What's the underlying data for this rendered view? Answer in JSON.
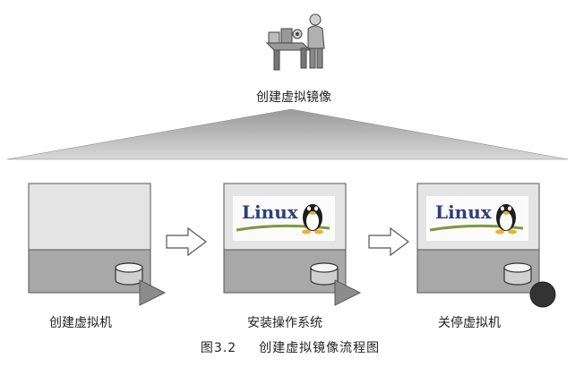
{
  "diagram": {
    "top_label": "创建虚拟镜像",
    "stages": [
      {
        "label": "创建虚拟机",
        "has_os": false,
        "end_marker": "play"
      },
      {
        "label": "安装操作系统",
        "has_os": true,
        "os_text": "Linux",
        "end_marker": "play"
      },
      {
        "label": "关停虚拟机",
        "has_os": true,
        "os_text": "Linux",
        "end_marker": "stop"
      }
    ],
    "caption_number": "图3.2",
    "caption_text": "创建虚拟镜像流程图"
  },
  "colors": {
    "screen_top": "#e4e4e4",
    "screen_bottom": "#a8a8a8",
    "frame": "#555555",
    "play_marker": "#8c8c8c",
    "stop_marker": "#333333",
    "linux_text": "#2b3f7a",
    "linux_swoosh": "#7a9a3e",
    "fan": "#b8b8b8"
  }
}
